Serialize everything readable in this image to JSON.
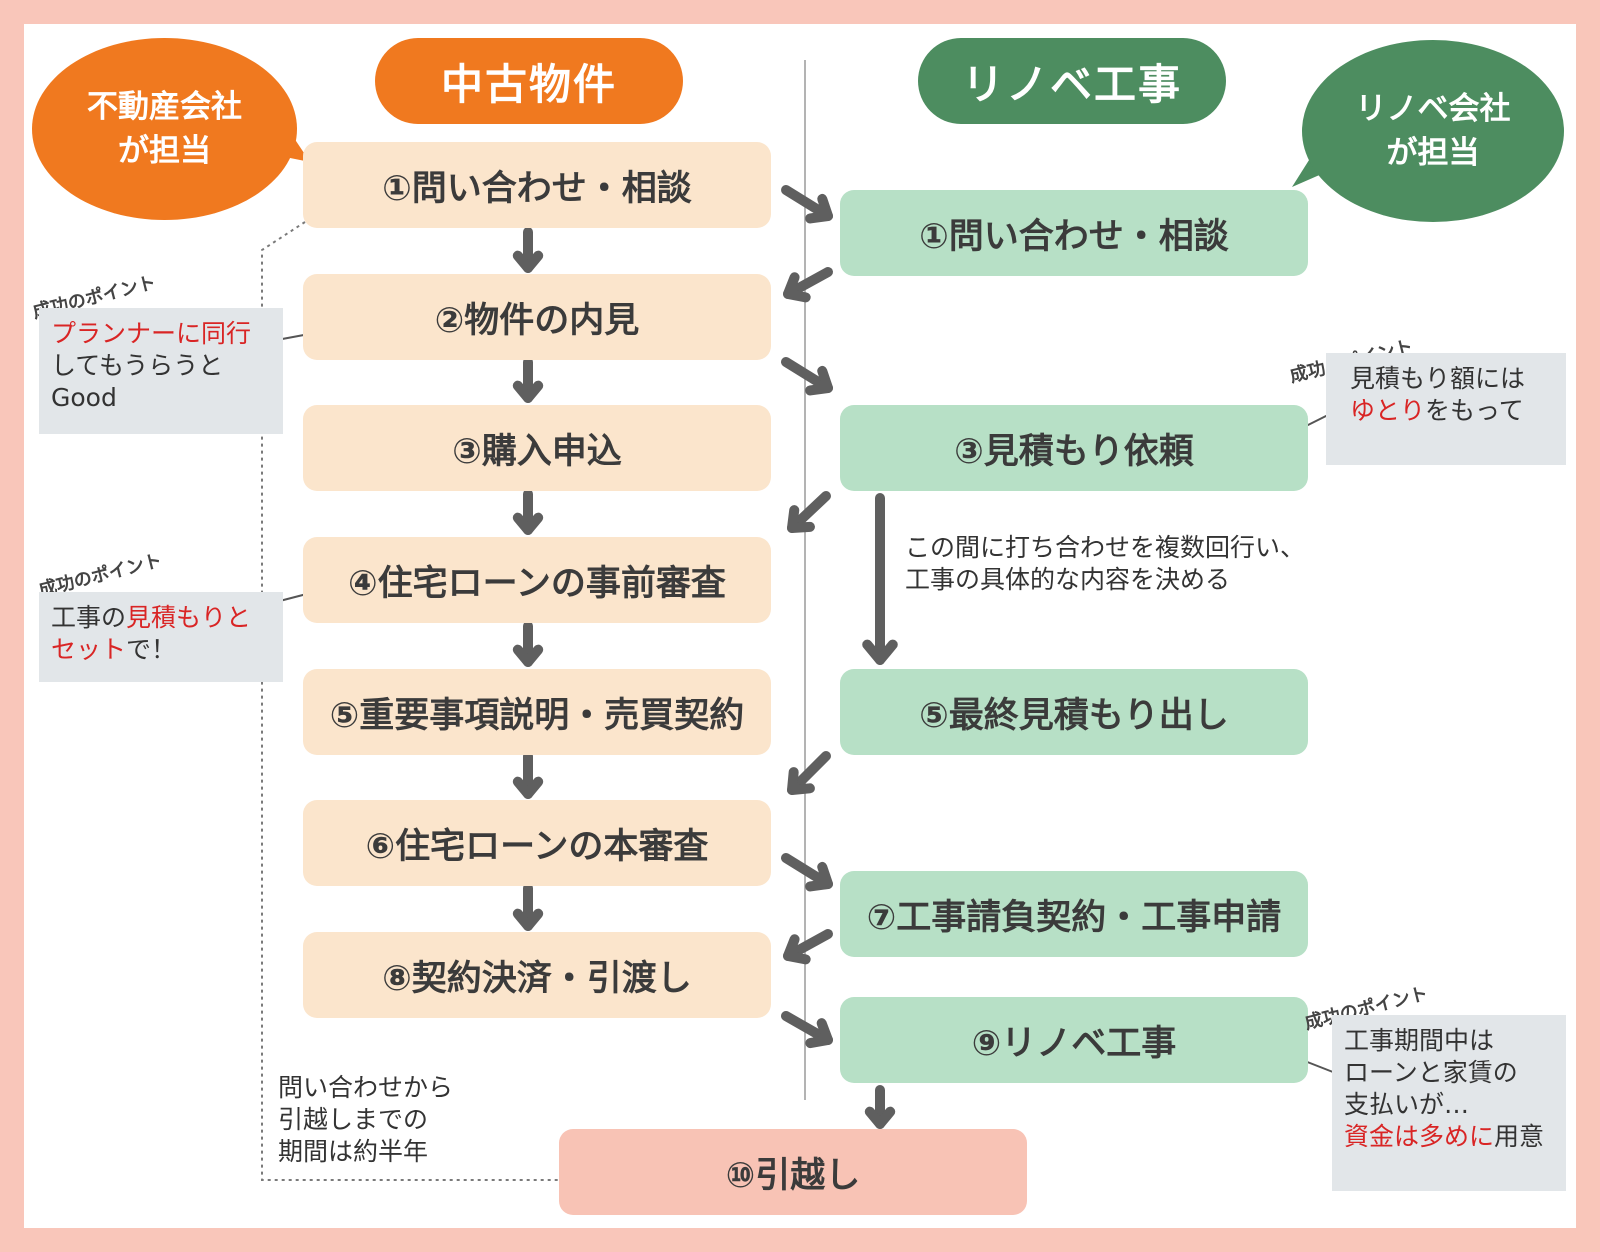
{
  "headers": {
    "left": "中古物件",
    "right": "リノベ工事"
  },
  "bubbles": {
    "left": {
      "line1": "不動産会社",
      "line2": "が担当"
    },
    "right": {
      "line1": "リノベ会社",
      "line2": "が担当"
    }
  },
  "left_steps": [
    "①問い合わせ・相談",
    "②物件の内見",
    "③購入申込",
    "④住宅ローンの事前審査",
    "⑤重要事項説明・売買契約",
    "⑥住宅ローンの本審査",
    "⑧契約決済・引渡し"
  ],
  "right_steps": [
    "①問い合わせ・相談",
    "③見積もり依頼",
    "⑤最終見積もり出し",
    "⑦工事請負契約・工事申請",
    "⑨リノベ工事"
  ],
  "final_step": "⑩引越し",
  "point_tag": "成功のポイント",
  "notes": {
    "n1": {
      "red": "プランナーに同行",
      "line2": "してもうらうと",
      "line3": "Good"
    },
    "n2": {
      "pre": "工事の",
      "red1": "見積もりと",
      "red2": "セット",
      "post": "で！"
    },
    "n3": {
      "line1": "見積もり額には",
      "red": "ゆとり",
      "post": "をもって"
    },
    "n4": {
      "line1": "工事期間中は",
      "line2": "ローンと家賃の",
      "line3": "支払いが…",
      "red": "資金は多めに",
      "post": "用意"
    }
  },
  "meeting_note": {
    "line1": "この間に打ち合わせを複数回行い、",
    "line2": "工事の具体的な内容を決める"
  },
  "duration_note": {
    "line1": "問い合わせから",
    "line2": "引越しまでの",
    "line3": "期間は約半年"
  },
  "colors": {
    "orange": "#f0791f",
    "green": "#4d8d60",
    "beige": "#fbe5cc",
    "mint": "#b7e0c6",
    "pink": "#f8c3b5",
    "arrow": "#5f5f5f",
    "note_bg": "#e2e6e9",
    "red": "#d92525"
  }
}
